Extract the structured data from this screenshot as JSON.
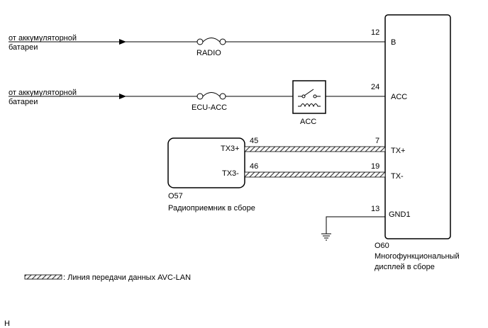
{
  "sources": {
    "battery_1": {
      "line1": "от аккумуляторной",
      "line2": "батареи"
    },
    "battery_2": {
      "line1": "от аккумуляторной",
      "line2": "батареи"
    }
  },
  "fuses": {
    "radio": "RADIO",
    "ecu_acc": "ECU-ACC"
  },
  "relay": {
    "label": "ACC"
  },
  "display": {
    "code": "O60",
    "name_line1": "Многофункциональный",
    "name_line2": "дисплей в сборе",
    "pins": [
      {
        "num": "12",
        "name": "B"
      },
      {
        "num": "24",
        "name": "ACC"
      },
      {
        "num": "7",
        "name": "TX+"
      },
      {
        "num": "19",
        "name": "TX-"
      },
      {
        "num": "13",
        "name": "GND1"
      }
    ]
  },
  "radio_receiver": {
    "code": "O57",
    "name": "Радиоприемник в сборе",
    "pins": [
      {
        "num": "45",
        "name": "TX3+"
      },
      {
        "num": "46",
        "name": "TX3-"
      }
    ]
  },
  "legend": {
    "text": ": Линия передачи данных AVC-LAN"
  },
  "corner_mark": "H"
}
